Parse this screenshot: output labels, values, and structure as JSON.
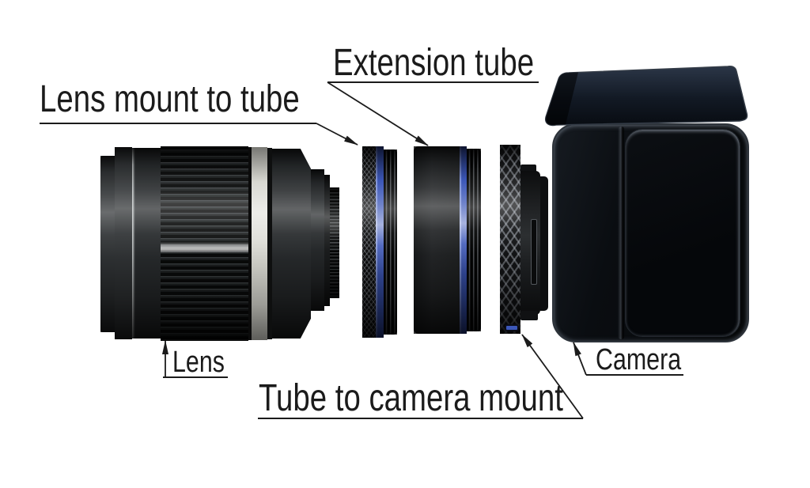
{
  "diagram": {
    "type": "exploded-assembly",
    "labels": {
      "lens_mount_to_tube": "Lens mount to tube",
      "extension_tube": "Extension tube",
      "lens": "Lens",
      "tube_to_camera_mount": "Tube to camera mount",
      "camera": "Camera"
    },
    "colors": {
      "background": "#ffffff",
      "text": "#1b1b1b",
      "line": "#1b1b1b",
      "accent_blue": "#3c57b8",
      "silver_band": "#d6d6cf",
      "barrel_black": "#1a1c1d"
    }
  }
}
